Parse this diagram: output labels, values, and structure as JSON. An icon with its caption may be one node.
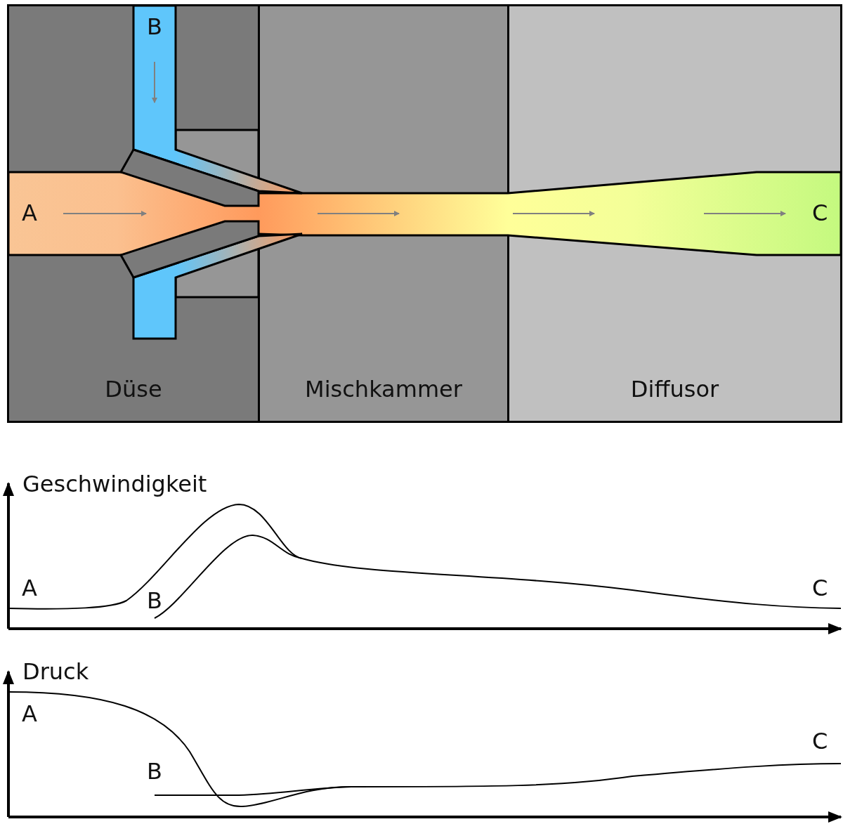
{
  "diagram": {
    "nodes": [
      {
        "text": [
          "Düse"
        ]
      },
      {
        "text": [
          "Mischkammer"
        ]
      },
      {
        "text": [
          "Diffusor"
        ]
      }
    ],
    "labels": [
      "B",
      "A",
      "C",
      "Geschwindigkeit",
      "A",
      "C",
      "B",
      "Druck",
      "A",
      "C",
      "B"
    ]
  }
}
